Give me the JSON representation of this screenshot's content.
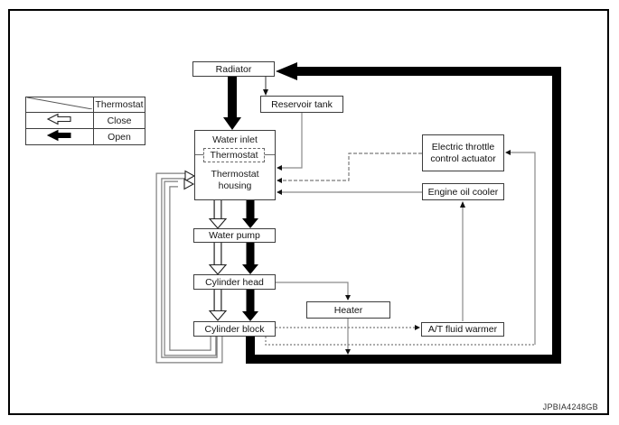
{
  "legend": {
    "rows": [
      {
        "symbol": "diagonal-divider",
        "label": "Thermostat"
      },
      {
        "symbol": "hollow-left-arrow",
        "label": "Close"
      },
      {
        "symbol": "solid-left-arrow",
        "label": "Open"
      }
    ]
  },
  "nodes": {
    "radiator": "Radiator",
    "reservoir_tank": "Reservoir tank",
    "water_inlet": "Water inlet",
    "thermostat": "Thermostat",
    "thermostat_housing": "Thermostat housing",
    "water_pump": "Water pump",
    "cylinder_head": "Cylinder head",
    "cylinder_block": "Cylinder block",
    "heater": "Heater",
    "electric_throttle_control_actuator": "Electric throttle control actuator",
    "engine_oil_cooler": "Engine oil cooler",
    "at_fluid_warmer": "A/T fluid warmer"
  },
  "figure_code": "JPBIA4248GB",
  "colors": {
    "background": "#ffffff",
    "box_border": "#3d3d3d",
    "thin_line_gray": "#8a8a8a",
    "thick_flow_black": "#000000"
  },
  "connections": [
    {
      "from": "Radiator",
      "to": "Water inlet",
      "line": "thick-black",
      "meaning": "thermostat open flow"
    },
    {
      "from": "Radiator",
      "to": "Reservoir tank",
      "line": "thin-solid"
    },
    {
      "from": "Reservoir tank",
      "to": "Thermostat housing",
      "line": "thin-solid"
    },
    {
      "from": "Electric throttle control actuator",
      "to": "Thermostat housing",
      "line": "thin-dashed"
    },
    {
      "from": "Engine oil cooler",
      "to": "Thermostat housing",
      "line": "thin-solid"
    },
    {
      "from": "Thermostat housing",
      "to": "Water pump",
      "line": "thick-black and hollow-white"
    },
    {
      "from": "Water pump",
      "to": "Cylinder head",
      "line": "thick-black and hollow-white"
    },
    {
      "from": "Cylinder head",
      "to": "Cylinder block",
      "line": "thick-black and hollow-white"
    },
    {
      "from": "Cylinder head",
      "to": "Heater",
      "line": "thin-solid"
    },
    {
      "from": "Heater",
      "to": "radiator return line",
      "line": "thin-solid"
    },
    {
      "from": "Cylinder block",
      "to": "A/T fluid warmer",
      "line": "thin-dotted"
    },
    {
      "from": "Cylinder block",
      "to": "Electric throttle control actuator",
      "line": "thin-dotted"
    },
    {
      "from": "A/T fluid warmer",
      "to": "Engine oil cooler",
      "line": "thin-solid"
    },
    {
      "from": "Cylinder block",
      "to": "Radiator",
      "line": "thick-black",
      "meaning": "open return to radiator"
    },
    {
      "from": "Cylinder block",
      "to": "Thermostat housing",
      "line": "hollow-white-loop",
      "meaning": "close bypass loop"
    }
  ]
}
